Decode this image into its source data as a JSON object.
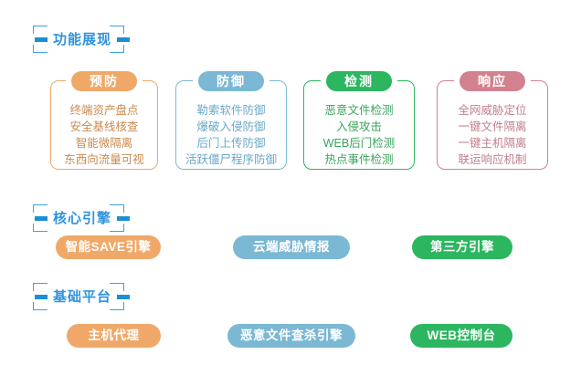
{
  "theme": {
    "background": "#ffffff",
    "header_text_color": "#2f93dd",
    "header_dash_color": "#1c8ed6",
    "header_bracket_color": "#3aa3e3",
    "orange": "#f0a868",
    "blue": "#7bb8d4",
    "green": "#2cb65f",
    "pink": "#d2818f",
    "orange_text": "#c98a4e",
    "blue_text": "#6aa9c6",
    "green_text": "#3aa35c",
    "pink_text": "#c07f8c"
  },
  "sections": [
    {
      "id": "capabilities",
      "label": "功能展现"
    },
    {
      "id": "core-engines",
      "label": "核心引擎"
    },
    {
      "id": "base-platform",
      "label": "基础平台"
    }
  ],
  "capability_cards": [
    {
      "id": "prevention",
      "title": "预防",
      "color": "#f0a868",
      "text_color": "#c98a4e",
      "items": [
        "终端资产盘点",
        "安全基线核查",
        "智能微隔离",
        "东西向流量可视"
      ]
    },
    {
      "id": "defense",
      "title": "防御",
      "color": "#7bb8d4",
      "text_color": "#6aa9c6",
      "items": [
        "勒索软件防御",
        "爆破入侵防御",
        "后门上传防御",
        "活跃僵尸程序防御"
      ]
    },
    {
      "id": "detection",
      "title": "检测",
      "color": "#2cb65f",
      "text_color": "#3aa35c",
      "items": [
        "恶意文件检测",
        "入侵攻击",
        "WEB后门检测",
        "热点事件检测"
      ]
    },
    {
      "id": "response",
      "title": "响应",
      "color": "#d2818f",
      "text_color": "#c07f8c",
      "items": [
        "全网威胁定位",
        "一键文件隔离",
        "一键主机隔离",
        "联运响应机制"
      ]
    }
  ],
  "core_engines": [
    {
      "id": "save-engine",
      "label": "智能SAVE引擎",
      "color": "#f0a868"
    },
    {
      "id": "cloud-threat-intel",
      "label": "云端威胁情报",
      "color": "#7bb8d4"
    },
    {
      "id": "third-party-engine",
      "label": "第三方引擎",
      "color": "#2cb65f"
    }
  ],
  "base_platform": [
    {
      "id": "host-agent",
      "label": "主机代理",
      "color": "#f0a868"
    },
    {
      "id": "malware-scan-engine",
      "label": "恶意文件查杀引擎",
      "color": "#7bb8d4"
    },
    {
      "id": "web-console",
      "label": "WEB控制台",
      "color": "#2cb65f"
    }
  ]
}
